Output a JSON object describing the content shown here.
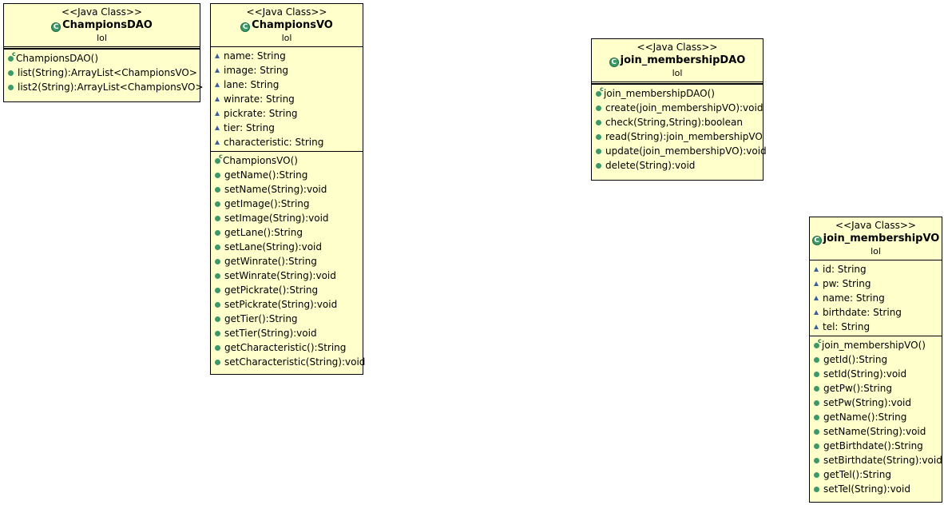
{
  "classes": {
    "champions_dao": {
      "stereotype": "<<Java Class>>",
      "name": "ChampionsDAO",
      "package": "lol",
      "fields": [],
      "methods": [
        "ChampionsDAO()",
        "list(String):ArrayList<ChampionsVO>",
        "list2(String):ArrayList<ChampionsVO>"
      ]
    },
    "champions_vo": {
      "stereotype": "<<Java Class>>",
      "name": "ChampionsVO",
      "package": "lol",
      "fields": [
        "name: String",
        "image: String",
        "lane: String",
        "winrate: String",
        "pickrate: String",
        "tier: String",
        "characteristic: String"
      ],
      "methods": [
        "ChampionsVO()",
        "getName():String",
        "setName(String):void",
        "getImage():String",
        "setImage(String):void",
        "getLane():String",
        "setLane(String):void",
        "getWinrate():String",
        "setWinrate(String):void",
        "getPickrate():String",
        "setPickrate(String):void",
        "getTier():String",
        "setTier(String):void",
        "getCharacteristic():String",
        "setCharacteristic(String):void"
      ]
    },
    "join_membership_dao": {
      "stereotype": "<<Java Class>>",
      "name": "join_membershipDAO",
      "package": "lol",
      "fields": [],
      "methods": [
        "join_membershipDAO()",
        "create(join_membershipVO):void",
        "check(String,String):boolean",
        "read(String):join_membershipVO",
        "update(join_membershipVO):void",
        "delete(String):void"
      ]
    },
    "join_membership_vo": {
      "stereotype": "<<Java Class>>",
      "name": "join_membershipVO",
      "package": "lol",
      "fields": [
        "id: String",
        "pw: String",
        "name: String",
        "birthdate: String",
        "tel: String"
      ],
      "methods": [
        "join_membershipVO()",
        "getId():String",
        "setId(String):void",
        "getPw():String",
        "setPw(String):void",
        "getName():String",
        "setName(String):void",
        "getBirthdate():String",
        "setBirthdate(String):void",
        "getTel():String",
        "setTel(String):void"
      ]
    }
  },
  "colors": {
    "class_fill": "#ffffcc",
    "class_border": "#000000",
    "method_icon": "#3c9a6a",
    "field_icon": "#3a5fa0"
  },
  "icons": {
    "class": "class-icon",
    "field": "package-field-icon",
    "method": "public-method-icon",
    "constructor": "constructor-icon"
  }
}
